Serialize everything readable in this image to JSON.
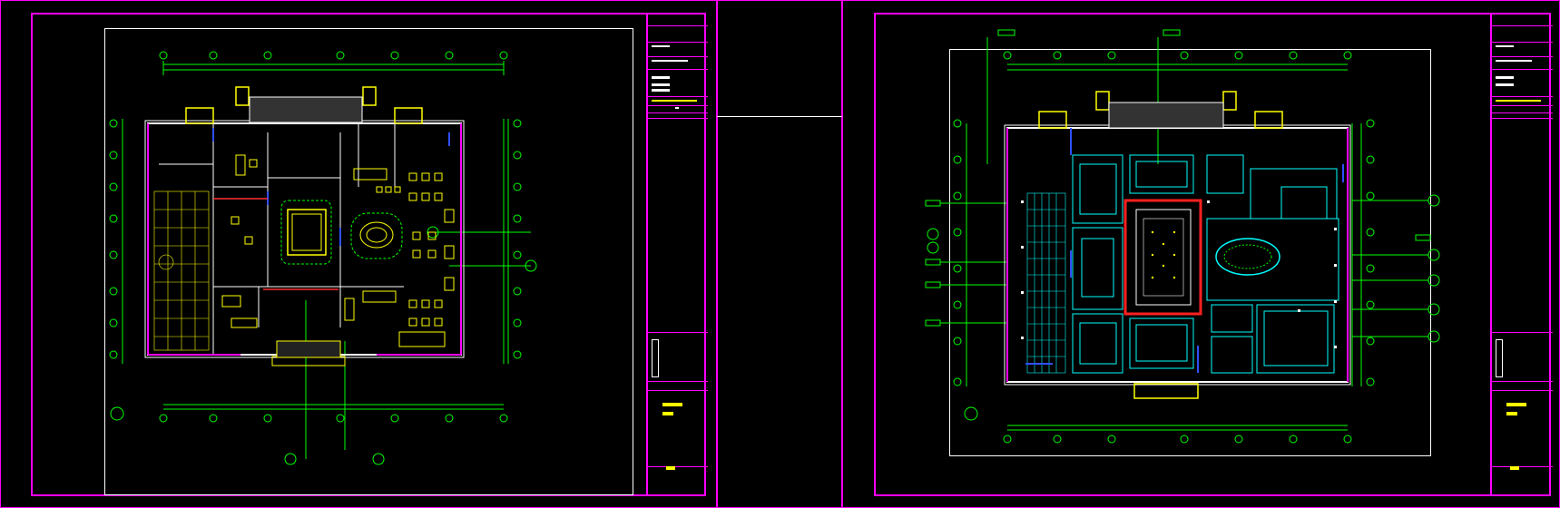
{
  "colors": {
    "background": "#000000",
    "frame": "#ff00ff",
    "walls": "#ffffff",
    "dimension": "#00ff00",
    "furniture": "#ffff00",
    "ceiling": "#00ffff",
    "accent": "#ff0000",
    "blue": "#3050ff"
  },
  "sheets": [
    {
      "id": "left",
      "type": "floor-plan",
      "title_block": {
        "north_icon": "compass-icon"
      }
    },
    {
      "id": "right",
      "type": "ceiling-plan",
      "title_block": {
        "north_icon": "compass-icon"
      }
    }
  ]
}
